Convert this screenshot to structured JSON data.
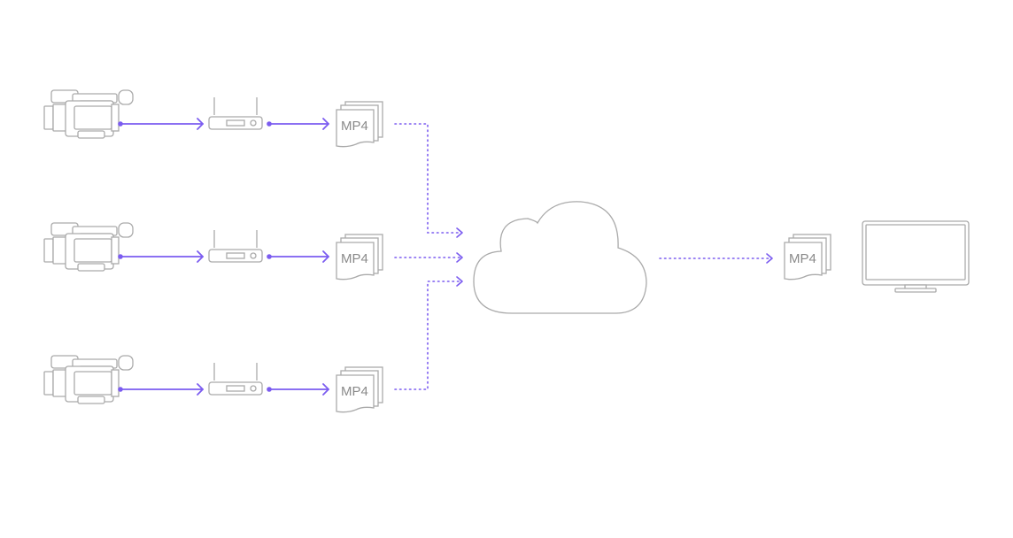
{
  "colors": {
    "accent": "#7b5cf0",
    "outline": "#aaaaaa",
    "label": "#8a8a8a"
  },
  "sources": [
    {
      "camera_icon": "video-camera-icon",
      "router_icon": "wireless-router-icon",
      "file_label": "MP4"
    },
    {
      "camera_icon": "video-camera-icon",
      "router_icon": "wireless-router-icon",
      "file_label": "MP4"
    },
    {
      "camera_icon": "video-camera-icon",
      "router_icon": "wireless-router-icon",
      "file_label": "MP4"
    }
  ],
  "cloud": {
    "icon": "cloud-icon"
  },
  "output": {
    "file_label": "MP4",
    "display_icon": "monitor-icon"
  }
}
